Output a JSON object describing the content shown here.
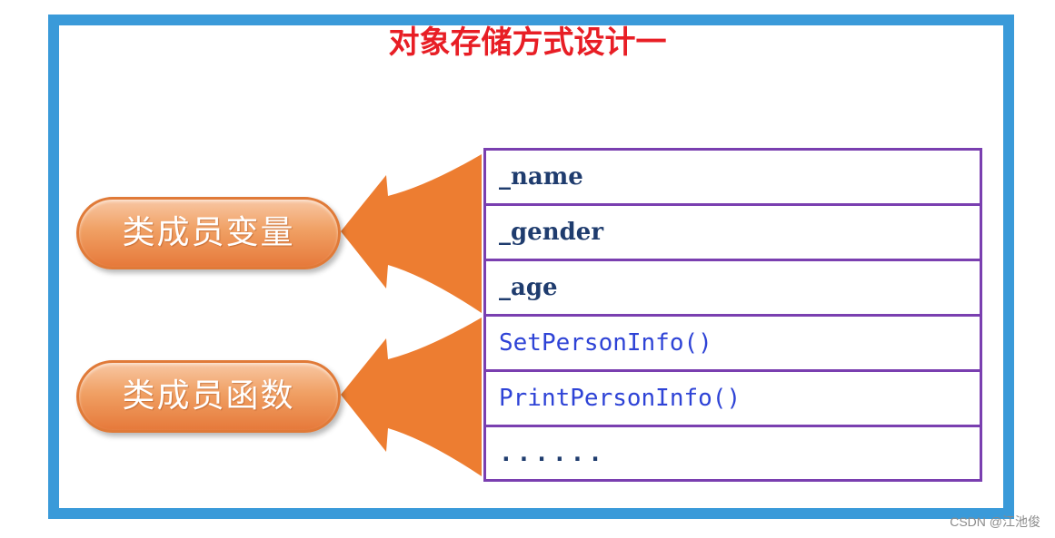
{
  "title": "对象存储方式设计一",
  "labels": {
    "member_variables": "类成员变量",
    "member_functions": "类成员函数"
  },
  "rows": [
    {
      "text": "_name",
      "kind": "variable"
    },
    {
      "text": "_gender",
      "kind": "variable"
    },
    {
      "text": "_age",
      "kind": "variable"
    },
    {
      "text": "SetPersonInfo()",
      "kind": "function"
    },
    {
      "text": "PrintPersonInfo()",
      "kind": "function"
    },
    {
      "text": "......",
      "kind": "ellipsis"
    }
  ],
  "watermark": "CSDN @江池俊",
  "colors": {
    "frame_border": "#3a9ad9",
    "title": "#e81e25",
    "arrow": "#ed7d31",
    "row_border": "#7a3fb0",
    "variable_text": "#1f3c6e",
    "function_text": "#2e43d6"
  }
}
